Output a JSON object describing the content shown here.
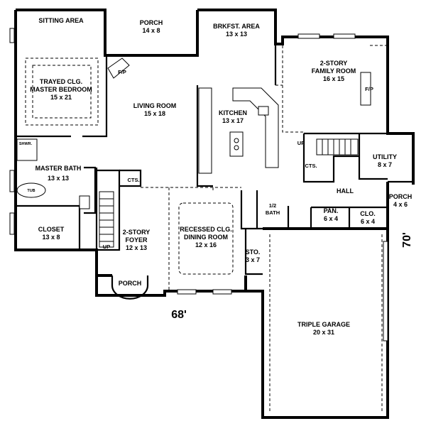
{
  "rooms": {
    "sitting_area": {
      "name": "SITTING AREA"
    },
    "porch_top": {
      "name": "PORCH",
      "size": "14 x 8"
    },
    "brkfst": {
      "name": "BRKFST. AREA",
      "size": "13 x 13"
    },
    "family": {
      "name": "2-STORY",
      "name2": "FAMILY ROOM",
      "size": "16 x 15"
    },
    "master_bed": {
      "name": "TRAYED CLG.",
      "name2": "MASTER BEDROOM",
      "size": "15 x 21"
    },
    "living": {
      "name": "LIVING ROOM",
      "size": "15 x 18"
    },
    "kitchen": {
      "name": "KITCHEN",
      "size": "13 x 17"
    },
    "master_bath": {
      "name": "MASTER BATH",
      "size": "13 x 13"
    },
    "utility": {
      "name": "UTILITY",
      "size": "8 x 7"
    },
    "hall": {
      "name": "HALL"
    },
    "porch_right": {
      "name": "PORCH",
      "size": "4 x 6"
    },
    "half_bath": {
      "name": "1/2",
      "name2": "BATH"
    },
    "pantry": {
      "name": "PAN.",
      "size": "6 x 4"
    },
    "closet_small": {
      "name": "CLO.",
      "size": "6 x 4"
    },
    "closet": {
      "name": "CLOSET",
      "size": "13 x 8"
    },
    "foyer": {
      "name": "2-STORY",
      "name2": "FOYER",
      "size": "12 x 13"
    },
    "dining": {
      "name": "RECESSED CLG.",
      "name2": "DINING ROOM",
      "size": "12 x 16"
    },
    "storage": {
      "name": "STO.",
      "size": "3 x 7"
    },
    "garage": {
      "name": "TRIPLE GARAGE",
      "size": "20 x 31"
    },
    "porch_front": {
      "name": "PORCH"
    }
  },
  "small_labels": {
    "fp_living": "F/P",
    "fp_family": "F/P",
    "cts_foyer": "CTS.",
    "cts_hall": "CTS.",
    "up_foyer": "UP",
    "up_hall": "UP",
    "shwr": "SHWR.",
    "tub": "TUB"
  },
  "dimensions": {
    "width": "68'",
    "depth": "70'"
  }
}
